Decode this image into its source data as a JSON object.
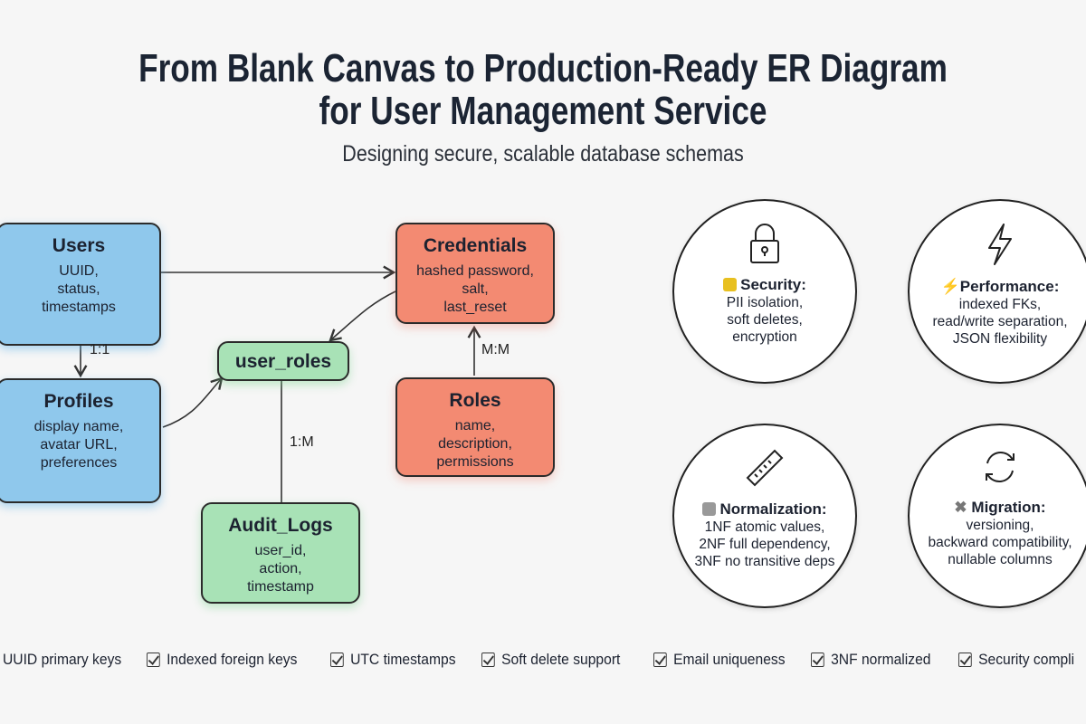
{
  "title": {
    "line1": "From Blank Canvas to Production-Ready ER Diagram",
    "line2": "for User Management Service"
  },
  "subtitle": "Designing secure, scalable database schemas",
  "entities": {
    "users": {
      "name": "Users",
      "fields": [
        "UUID,",
        "status,",
        "timestamps"
      ],
      "color": "#8fc8ec"
    },
    "profiles": {
      "name": "Profiles",
      "fields": [
        "display name,",
        "avatar URL,",
        "preferences"
      ],
      "color": "#8fc8ec"
    },
    "user_roles": {
      "name": "user_roles",
      "color": "#a8e2b6"
    },
    "audit_logs": {
      "name": "Audit_Logs",
      "fields": [
        "user_id,",
        "action,",
        "timestamp"
      ],
      "color": "#a8e2b6"
    },
    "credentials": {
      "name": "Credentials",
      "fields": [
        "hashed password,",
        "salt,",
        "last_reset"
      ],
      "color": "#f38a72"
    },
    "roles": {
      "name": "Roles",
      "fields": [
        "name,",
        "description,",
        "permissions"
      ],
      "color": "#f38a72"
    }
  },
  "relationships": {
    "users_profiles": "1:1",
    "userroles_audit": "1:M",
    "roles_credentials": "M:M"
  },
  "principles": [
    {
      "icon": "lock-icon",
      "badge": "yellow-square",
      "heading": "Security:",
      "lines": [
        "PII isolation,",
        "soft deletes,",
        "encryption"
      ]
    },
    {
      "icon": "lightning-icon",
      "badge": "lightning",
      "heading": "Performance:",
      "lines": [
        "indexed FKs,",
        "read/write separation,",
        "JSON flexibility"
      ]
    },
    {
      "icon": "ruler-icon",
      "badge": "gray-square",
      "heading": "Normalization:",
      "lines": [
        "1NF atomic values,",
        "2NF full dependency,",
        "3NF no transitive deps"
      ]
    },
    {
      "icon": "refresh-icon",
      "badge": "tools",
      "heading": "Migration:",
      "lines": [
        "versioning,",
        "backward compatibility,",
        "nullable columns"
      ]
    }
  ],
  "checklist": [
    "UUID primary keys",
    "Indexed foreign keys",
    "UTC timestamps",
    "Soft delete support",
    "Email uniqueness",
    "3NF normalized",
    "Security compli"
  ]
}
